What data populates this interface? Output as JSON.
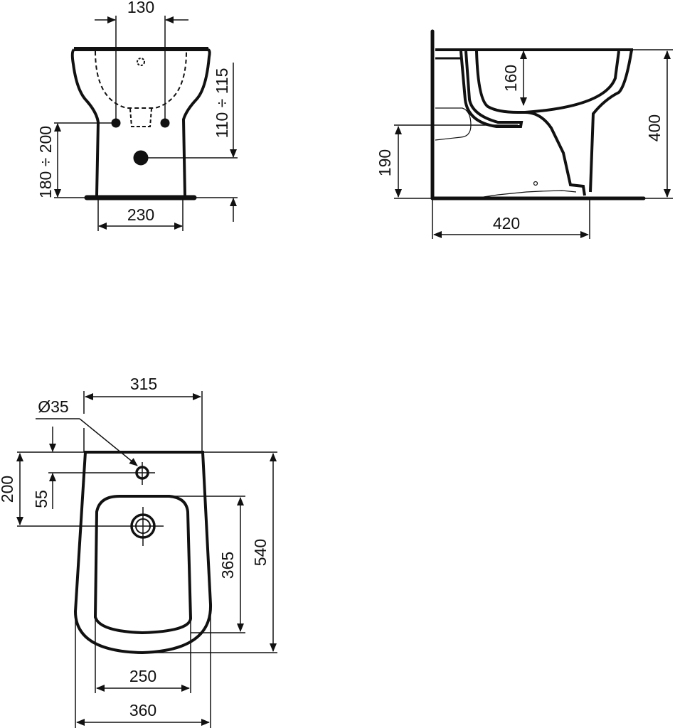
{
  "drawing": {
    "title": "Floor-standing bidet technical drawing",
    "ink_color": "#111111",
    "background": "#ffffff"
  },
  "front_view": {
    "dimensions": {
      "tap_holes_spacing": "130",
      "base_width": "230",
      "inlet_height": "180 ÷ 200",
      "outlet_height": "110 ÷ 115"
    }
  },
  "side_view": {
    "dimensions": {
      "bowl_depth": "160",
      "total_height": "400",
      "inlet_height": "190",
      "depth": "420"
    }
  },
  "top_view": {
    "dimensions": {
      "rear_width": "315",
      "tap_hole_diameter": "Ø35",
      "tap_hole_offset": "55",
      "drain_offset": "200",
      "bowl_length": "365",
      "total_length": "540",
      "bowl_width": "250",
      "total_width": "360"
    }
  }
}
